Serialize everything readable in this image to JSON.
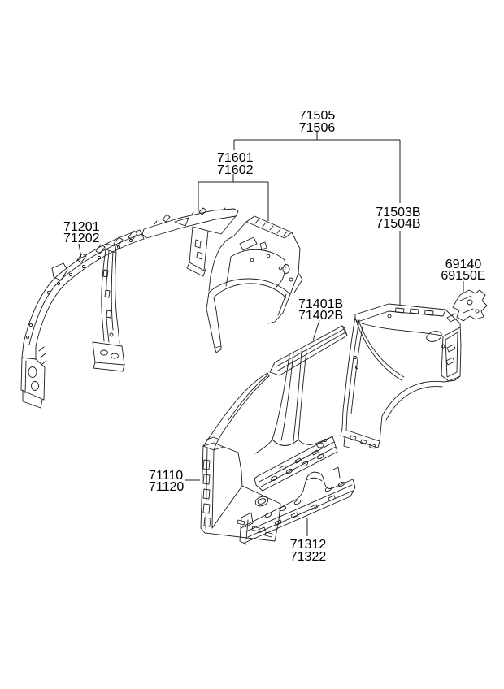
{
  "page": {
    "background": "#ffffff",
    "line_color": "#1c1c1c",
    "text_color": "#000000"
  },
  "labels": {
    "assembly": {
      "lines": [
        "71505",
        "71506"
      ]
    },
    "quarter_inner": {
      "lines": [
        "71601",
        "71602"
      ]
    },
    "side_inner": {
      "lines": [
        "71201",
        "71202"
      ]
    },
    "quarter_outer": {
      "lines": [
        "71503B",
        "71504B"
      ]
    },
    "filler_bracket": {
      "lines": [
        "69140",
        "69150E"
      ]
    },
    "center_outer": {
      "lines": [
        "71401B",
        "71402B"
      ]
    },
    "front_outer": {
      "lines": [
        "71110",
        "71120"
      ]
    },
    "sill_outer": {
      "lines": [
        "71312",
        "71322"
      ]
    }
  }
}
